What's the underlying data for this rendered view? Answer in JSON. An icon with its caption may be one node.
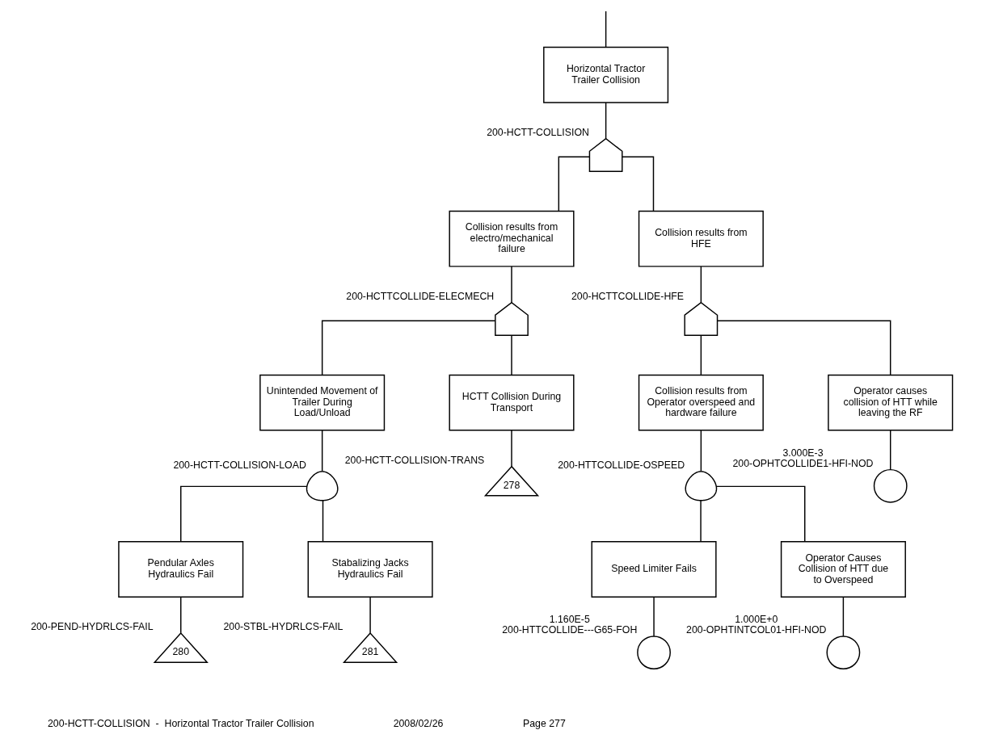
{
  "diagram": {
    "nodes": [
      {
        "text": [
          "Horizontal Tractor Trailer Collision"
        ]
      },
      {
        "text": [],
        "shape": "or-gate",
        "beside": [
          "200-HCTT-COLLISION"
        ]
      },
      {
        "text": [
          "Collision results from electro/mechanical failure"
        ]
      },
      {
        "text": [
          "Collision results from HFE"
        ]
      },
      {
        "text": [],
        "shape": "or-gate",
        "beside": [
          "200-HCTTCOLLIDE-ELECMECH"
        ]
      },
      {
        "text": [],
        "shape": "or-gate",
        "beside": [
          "200-HCTTCOLLIDE-HFE"
        ]
      },
      {
        "text": [
          "Unintended Movement of Trailer During Load/Unload"
        ]
      },
      {
        "text": [
          "HCTT Collision During Transport"
        ]
      },
      {
        "text": [
          "Collision results from Operator overspeed and hardware failure"
        ]
      },
      {
        "text": [
          "Operator causes collision of HTT while leaving the RF"
        ]
      },
      {
        "text": [],
        "shape": "and-gate",
        "beside": [
          "200-HCTT-COLLISION-LOAD"
        ]
      },
      {
        "text": [
          "278"
        ],
        "beside": [
          "200-HCTT-COLLISION-TRANS"
        ]
      },
      {
        "text": [],
        "shape": "and-gate",
        "beside": [
          "200-HTTCOLLIDE-OSPEED"
        ]
      },
      {
        "text": [],
        "shape": "circle",
        "beside": [
          "3.000E-3",
          "200-OPHTCOLLIDE1-HFI-NOD"
        ]
      },
      {
        "text": [
          "Pendular Axles Hydraulics Fail"
        ]
      },
      {
        "text": [
          "Stabalizing Jacks Hydraulics Fail"
        ]
      },
      {
        "text": [
          "Speed Limiter Fails"
        ]
      },
      {
        "text": [
          "Operator Causes Collision of HTT due to Overspeed"
        ]
      },
      {
        "text": [
          "280"
        ],
        "beside": [
          "200-PEND-HYDRLCS-FAIL"
        ]
      },
      {
        "text": [
          "281"
        ],
        "beside": [
          "200-STBL-HYDRLCS-FAIL"
        ]
      },
      {
        "text": [],
        "shape": "circle",
        "beside": [
          "1.160E-5",
          "200-HTTCOLLIDE---G65-FOH"
        ]
      },
      {
        "text": [],
        "shape": "circle",
        "beside": [
          "1.000E+0",
          "200-OPHTINTCOL01-HFI-NOD"
        ]
      }
    ],
    "edges": [
      {
        "from": null,
        "to": 0,
        "arrow": "none"
      },
      {
        "from": 0,
        "to": 1,
        "arrow": "none"
      },
      {
        "from": 1,
        "to": 2,
        "arrow": "none"
      },
      {
        "from": 1,
        "to": 3,
        "arrow": "none"
      },
      {
        "from": 2,
        "to": 4,
        "arrow": "none"
      },
      {
        "from": 3,
        "to": 5,
        "arrow": "none"
      },
      {
        "from": 4,
        "to": 6,
        "arrow": "none"
      },
      {
        "from": 4,
        "to": 7,
        "arrow": "none"
      },
      {
        "from": 5,
        "to": 8,
        "arrow": "none"
      },
      {
        "from": 5,
        "to": 9,
        "arrow": "none"
      },
      {
        "from": 6,
        "to": 10,
        "arrow": "none"
      },
      {
        "from": 7,
        "to": 11,
        "arrow": "none"
      },
      {
        "from": 8,
        "to": 12,
        "arrow": "none"
      },
      {
        "from": 9,
        "to": 13,
        "arrow": "none"
      },
      {
        "from": 10,
        "to": 14,
        "arrow": "none"
      },
      {
        "from": 10,
        "to": 15,
        "arrow": "none"
      },
      {
        "from": 12,
        "to": 16,
        "arrow": "none"
      },
      {
        "from": 12,
        "to": 17,
        "arrow": "none"
      },
      {
        "from": 14,
        "to": 18,
        "arrow": "none"
      },
      {
        "from": 15,
        "to": 19,
        "arrow": "none"
      },
      {
        "from": 16,
        "to": 20,
        "arrow": "none"
      },
      {
        "from": 17,
        "to": 21,
        "arrow": "none"
      }
    ],
    "labels": [
      "200-HCTT-COLLISION  -  Horizontal Tractor Trailer Collision",
      "2008/02/26",
      "Page 277"
    ]
  }
}
